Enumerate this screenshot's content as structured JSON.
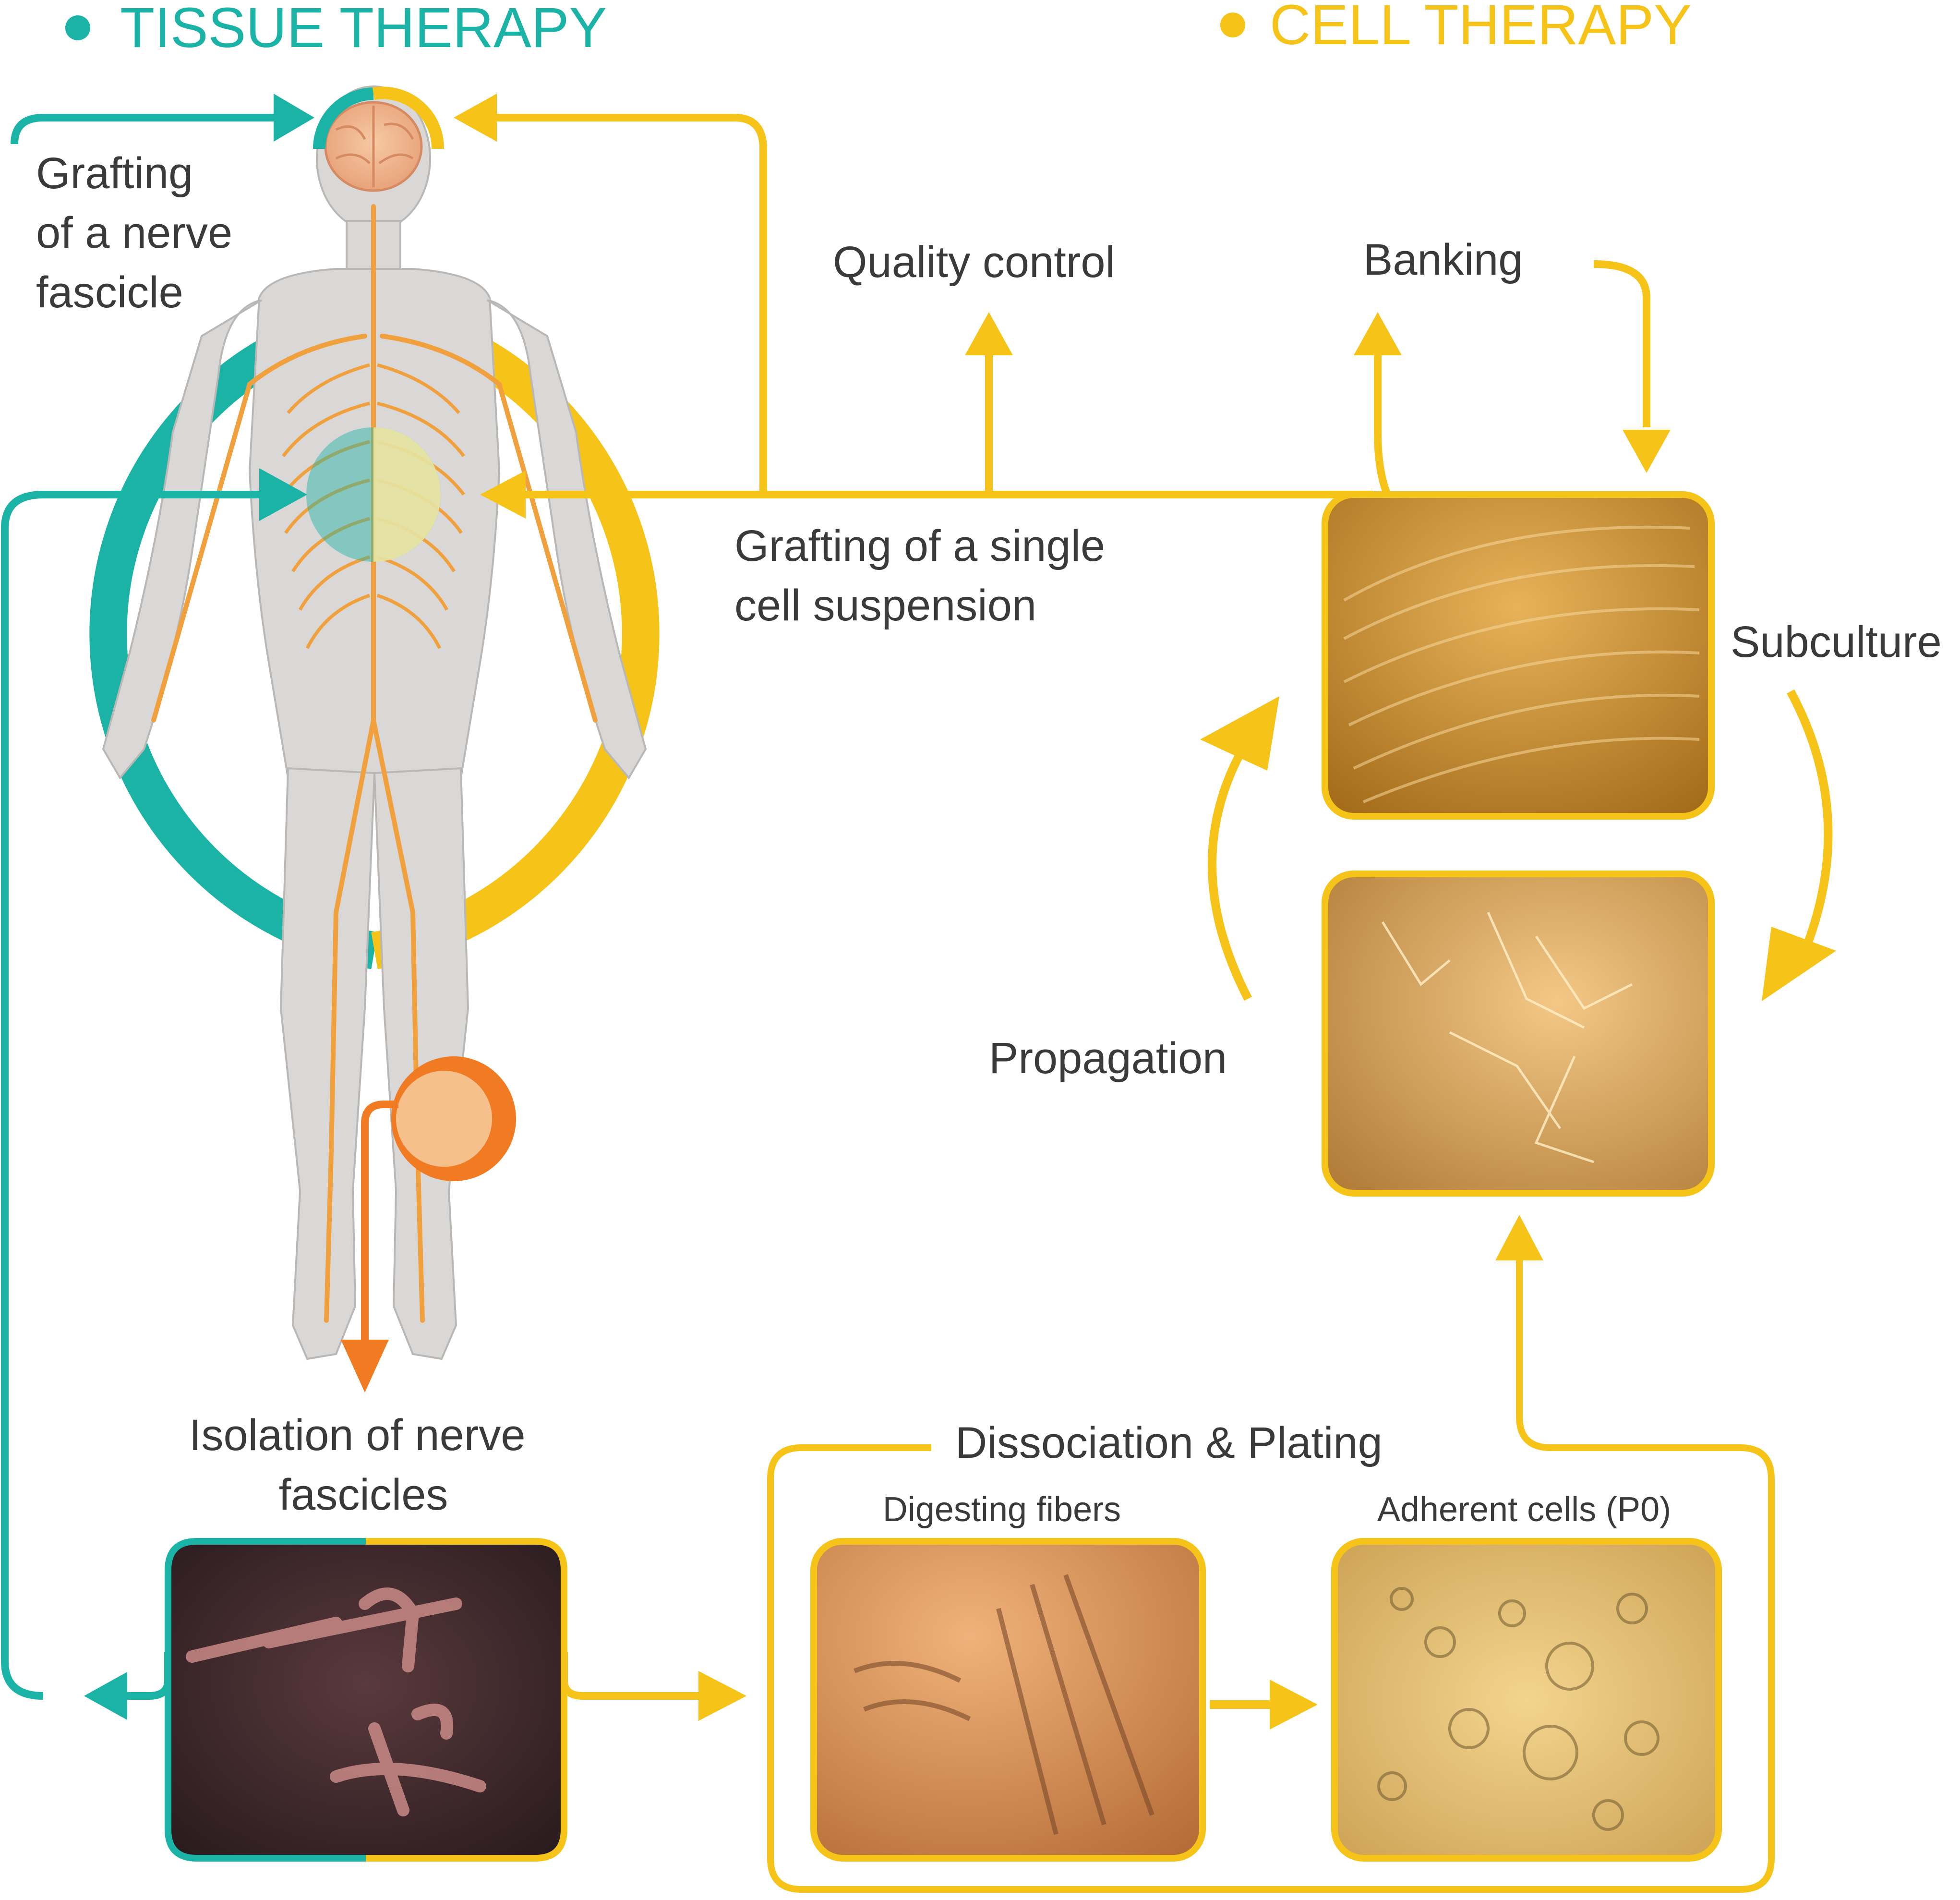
{
  "colors": {
    "tissue": "#1bb3a6",
    "cell": "#f6c419",
    "harvest": "#f07b22",
    "body": "#d9d8d6",
    "nerve": "#f0a03c",
    "text": "#3a3a3a"
  },
  "headers": {
    "tissue_therapy": "TISSUE THERAPY",
    "cell_therapy": "CELL THERAPY"
  },
  "labels": {
    "grafting_fascicle": [
      "Grafting",
      "of a nerve",
      "fascicle"
    ],
    "quality_control": "Quality control",
    "banking": "Banking",
    "grafting_suspension": [
      "Grafting of a single",
      "cell suspension"
    ],
    "subculture": "Subculture",
    "propagation": "Propagation",
    "isolation": [
      "Isolation of nerve",
      "fascicles"
    ],
    "dissociation": "Dissociation & Plating",
    "digesting_fibers": "Digesting fibers",
    "adherent_cells": "Adherent cells (P0)"
  },
  "icons": {
    "human_figure": "human-nervous-system-icon",
    "brain": "brain-icon"
  }
}
